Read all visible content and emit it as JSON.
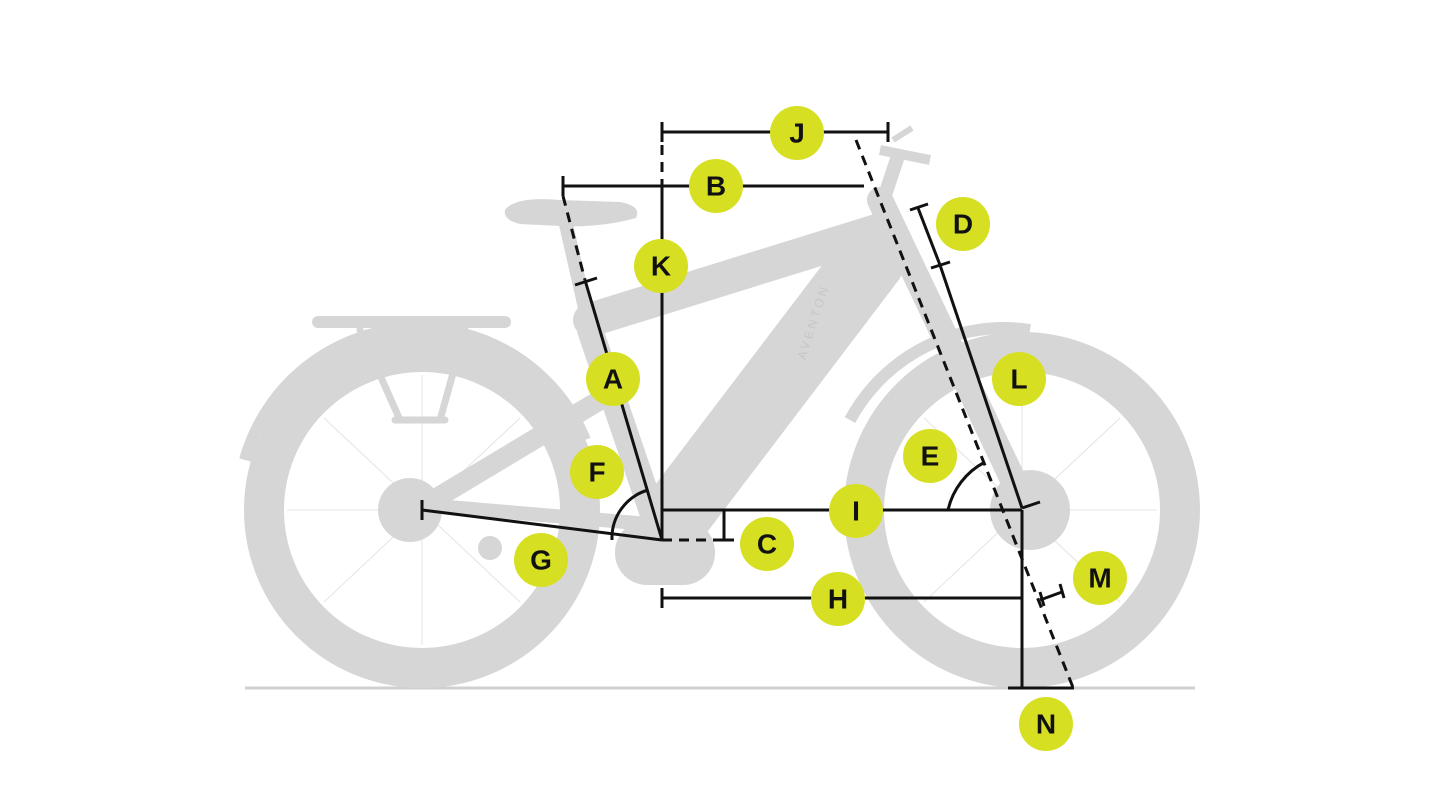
{
  "colors": {
    "badge": "#d7df23",
    "bike": "#d6d6d6",
    "lines": "#111111",
    "background": "#ffffff"
  },
  "frame_brand": "AVENTON",
  "labels": {
    "A": "A",
    "B": "B",
    "C": "C",
    "D": "D",
    "E": "E",
    "F": "F",
    "G": "G",
    "H": "H",
    "I": "I",
    "J": "J",
    "K": "K",
    "L": "L",
    "M": "M",
    "N": "N"
  }
}
